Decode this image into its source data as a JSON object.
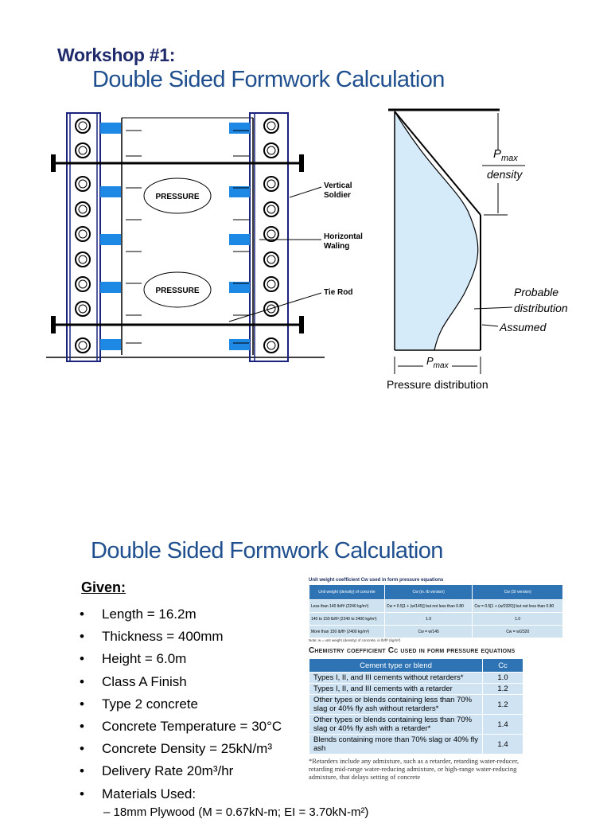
{
  "slide1": {
    "workshop": "Workshop #1:",
    "title": "Double Sided Formwork Calculation",
    "diagram": {
      "pressure_label": "PRESSURE",
      "vertical_soldier": [
        "Vertical",
        "Soldier"
      ],
      "horizontal_waling": [
        "Horizontal",
        "Waling"
      ],
      "tie_rod": "Tie Rod"
    },
    "pressure_chart": {
      "pmax": "P",
      "pmax_sub": "max",
      "density": "density",
      "probable": [
        "Probable",
        "distribution"
      ],
      "assumed": "Assumed",
      "caption": "Pressure distribution"
    }
  },
  "slide2": {
    "title": "Double Sided Formwork Calculation",
    "given": "Given:",
    "items": [
      "Length = 16.2m",
      "Thickness = 400mm",
      "Height = 6.0m",
      "Class A Finish",
      "Type 2 concrete",
      "Concrete Temperature = 30°C",
      "Concrete Density = 25kN/m³",
      "Delivery Rate 20m³/hr",
      "Materials Used:"
    ],
    "sub_item": "–   18mm Plywood (M = 0.67kN-m; EI = 3.70kN-m²)",
    "unit_weight_table": {
      "caption": "Unit weight coefficient Cw used in form pressure equations",
      "headers": [
        "Unit weight (density) of concrete",
        "Cw (in.-lb version)",
        "Cw (SI version)"
      ],
      "rows": [
        [
          "Less than 140 lb/ft³ (2240 kg/m³)",
          "Cw = 0.5[1 + (w/145)] but not less than 0.80",
          "Cw = 0.5[1 + (w/2320)] but not less than 0.80"
        ],
        [
          "140 to 150 lb/ft³ (2240 to 2400 kg/m³)",
          "1.0",
          "1.0"
        ],
        [
          "More than 150 lb/ft³ (2400 kg/m³)",
          "Cw = w/145",
          "Cw = w/2320"
        ]
      ],
      "note": "Note: w = unit weight (density) of concrete, in lb/ft³ (kg/m³)"
    },
    "chemistry_table": {
      "caption": "Chemistry coefficient Cc used in form pressure equations",
      "headers": [
        "Cement type or blend",
        "Cc"
      ],
      "rows": [
        [
          "Types I, II, and III cements without retarders*",
          "1.0"
        ],
        [
          "Types I, II, and III  cements  with a retarder",
          "1.2"
        ],
        [
          "Other types or blends containing less than 70% slag or 40% fly ash without retarders*",
          "1.2"
        ],
        [
          "Other types or blends containing less than 70% slag or 40% fly ash with a retarder*",
          "1.4"
        ],
        [
          "Blends containing more than 70% slag or 40% fly ash",
          "1.4"
        ]
      ],
      "footnote": "*Retarders include any admixture, such as a retarder, retarding water-reducer, retarding mid-range water-reducing admixture, or high-range water-reducing admixture, that delays setting of concrete"
    }
  }
}
